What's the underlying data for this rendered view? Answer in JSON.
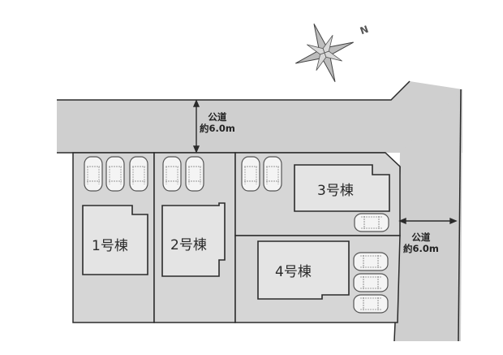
{
  "compass": {
    "icon": "compass-rose-icon",
    "north_label": "N"
  },
  "roads": [
    {
      "id": "north-road",
      "name": "公道",
      "width": "約6.0m"
    },
    {
      "id": "east-road",
      "name": "公道",
      "width": "約6.0m"
    }
  ],
  "buildings": [
    {
      "id": "building-1",
      "label": "1号棟"
    },
    {
      "id": "building-2",
      "label": "2号棟"
    },
    {
      "id": "building-3",
      "label": "3号棟"
    },
    {
      "id": "building-4",
      "label": "4号棟"
    }
  ],
  "parking": {
    "lot1_cars": 3,
    "lot2_cars": 2,
    "lot3_cars": 3,
    "lot4_cars": 3
  },
  "colors": {
    "road": "#cfcfcf",
    "lot": "#d6d6d6",
    "building": "#e4e4e4",
    "line": "#2b2b2b",
    "car": "#f4f4f4"
  }
}
